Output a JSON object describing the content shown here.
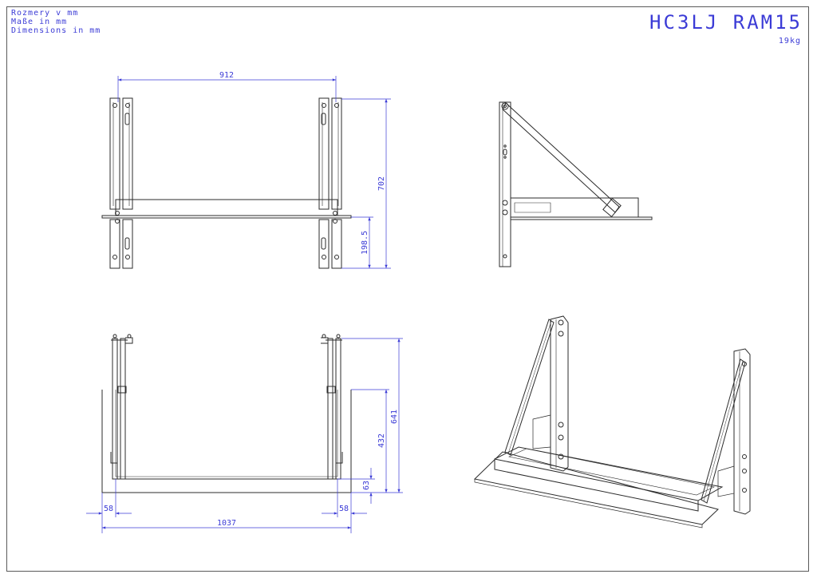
{
  "header": {
    "units": [
      "Rozmery v mm",
      "Maße in mm",
      "Dimensions in mm"
    ],
    "model": "HC3LJ RAM15",
    "weight": "19kg"
  },
  "dimensions": {
    "front_width": "912",
    "front_height": "702",
    "front_lower": "198.5",
    "top_height_total": "641",
    "top_height_inner": "432",
    "top_step": "63",
    "top_left_offset": "58",
    "top_right_offset": "58",
    "top_width": "1037"
  },
  "colors": {
    "dimension": "#3b3bd6",
    "line": "#2b2b2b",
    "frame": "#5a5a5a"
  }
}
